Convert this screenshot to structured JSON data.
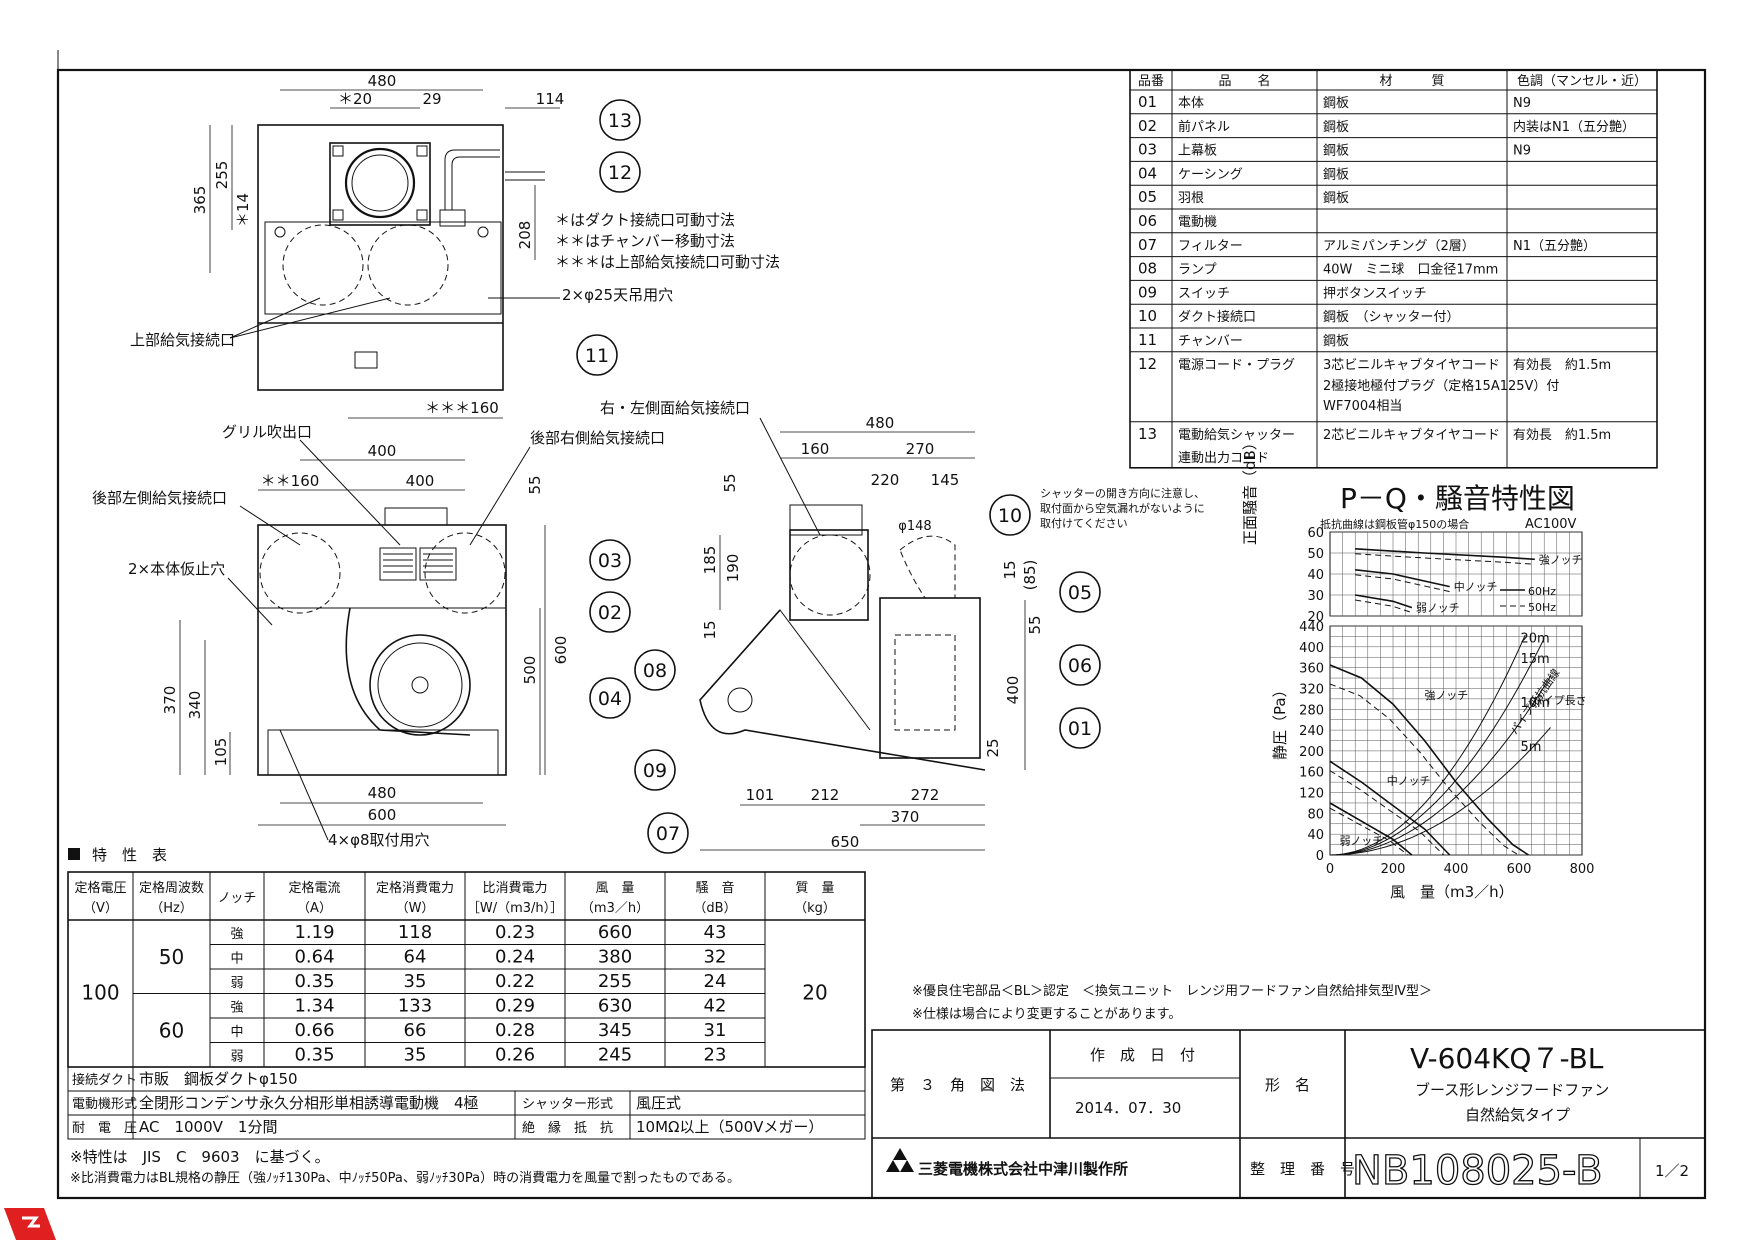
{
  "parts_table": {
    "headers": [
      "品番",
      "品　　名",
      "材　　　質",
      "色調（マンセル・近）"
    ],
    "rows": [
      [
        "01",
        "本体",
        "鋼板",
        "N9"
      ],
      [
        "02",
        "前パネル",
        "鋼板",
        "内装はN1（五分艶）"
      ],
      [
        "03",
        "上幕板",
        "鋼板",
        "N9"
      ],
      [
        "04",
        "ケーシング",
        "鋼板",
        ""
      ],
      [
        "05",
        "羽根",
        "鋼板",
        ""
      ],
      [
        "06",
        "電動機",
        "",
        ""
      ],
      [
        "07",
        "フィルター",
        "アルミパンチング（2層）",
        "N1（五分艶）"
      ],
      [
        "08",
        "ランプ",
        "40W　ミニ球　口金径17mm",
        ""
      ],
      [
        "09",
        "スイッチ",
        "押ボタンスイッチ",
        ""
      ],
      [
        "10",
        "ダクト接続口",
        "鋼板　（シャッター付）",
        ""
      ],
      [
        "11",
        "チャンバー",
        "鋼板",
        ""
      ],
      [
        "12",
        "電源コード・プラグ",
        "3芯ビニルキャブタイヤコード　有効長　約1.5m",
        ""
      ],
      [
        "13",
        "電動給気シャッター",
        "2芯ビニルキャブタイヤコード　有効長　約1.5m",
        ""
      ]
    ],
    "row12_extra": [
      "2極接地極付プラグ（定格15A125V）付",
      "WF7004相当"
    ],
    "row13_extra": "連動出力コード"
  },
  "top_view": {
    "dims": [
      "480",
      "＊20",
      "29",
      "114",
      "365",
      "255",
      "＊14",
      "208",
      "＊＊＊160"
    ],
    "notes": [
      "＊はダクト接続口可動寸法",
      "＊＊はチャンバー移動寸法",
      "＊＊＊は上部給気接続口可動寸法"
    ],
    "labels": {
      "hanger": "2×φ25天吊用穴",
      "upper_inlet": "上部給気接続口"
    },
    "balloons": [
      "13",
      "12",
      "11"
    ]
  },
  "front_view": {
    "dims": [
      "400",
      "400",
      "＊＊160",
      "55",
      "600",
      "500",
      "370",
      "340",
      "105",
      "480",
      "600"
    ],
    "labels": {
      "grille": "グリル吹出口",
      "rear_right": "後部右側給気接続口",
      "rear_left": "後部左側給気接続口",
      "temp_hole": "2×本体仮止穴",
      "mount_hole": "4×φ8取付用穴"
    },
    "balloons": [
      "03",
      "02",
      "04"
    ]
  },
  "side_view": {
    "dims": [
      "480",
      "160",
      "270",
      "220",
      "145",
      "φ148",
      "55",
      "185",
      "190",
      "15",
      "15",
      "(85)",
      "55",
      "400",
      "25",
      "101",
      "212",
      "272",
      "370",
      "650"
    ],
    "labels": {
      "side_inlet": "右・左側面給気接続口",
      "shutter_note": [
        "シャッターの開き方向に注意し、",
        "取付面から空気漏れがないように",
        "取付けてください"
      ]
    },
    "balloons": [
      "10",
      "05",
      "06",
      "01",
      "08",
      "09",
      "07"
    ]
  },
  "chart_data": {
    "type": "line",
    "title": "P－Q・騒音特性図",
    "note": "抵抗曲線は鋼板管φ150の場合",
    "voltage": "AC100V",
    "noise_panel": {
      "ylabel": "正面騒音（dB）",
      "yticks": [
        20,
        30,
        40,
        50,
        60
      ],
      "ylim": [
        20,
        60
      ],
      "legend": [
        "60Hz",
        "50Hz"
      ],
      "series": [
        {
          "name": "強ノッチ",
          "points": [
            [
              80,
              52
            ],
            [
              300,
              50
            ],
            [
              550,
              48
            ],
            [
              650,
              47
            ]
          ]
        },
        {
          "name": "中ノッチ",
          "points": [
            [
              80,
              42
            ],
            [
              200,
              40
            ],
            [
              380,
              34
            ]
          ]
        },
        {
          "name": "弱ノッチ",
          "points": [
            [
              80,
              30
            ],
            [
              200,
              27
            ],
            [
              260,
              24
            ]
          ]
        }
      ]
    },
    "pq_panel": {
      "xlabel": "風　量（m3／h）",
      "ylabel": "静圧（Pa）",
      "xticks": [
        0,
        200,
        400,
        600,
        800
      ],
      "yticks": [
        0,
        40,
        80,
        120,
        160,
        200,
        240,
        280,
        320,
        360,
        400,
        440
      ],
      "xlim": [
        0,
        800
      ],
      "ylim": [
        0,
        440
      ],
      "series": [
        {
          "name": "強ノッチ",
          "points": [
            [
              0,
              365
            ],
            [
              100,
              340
            ],
            [
              200,
              290
            ],
            [
              300,
              220
            ],
            [
              400,
              140
            ],
            [
              500,
              70
            ],
            [
              580,
              20
            ],
            [
              630,
              0
            ]
          ]
        },
        {
          "name": "中ノッチ",
          "points": [
            [
              0,
              180
            ],
            [
              100,
              140
            ],
            [
              200,
              95
            ],
            [
              300,
              50
            ],
            [
              380,
              0
            ]
          ]
        },
        {
          "name": "弱ノッチ",
          "points": [
            [
              0,
              100
            ],
            [
              100,
              65
            ],
            [
              200,
              30
            ],
            [
              260,
              0
            ]
          ]
        }
      ],
      "resistance_curves": {
        "label": "パイプ抵抗曲線",
        "lengths": [
          "20m",
          "15m",
          "10m",
          "5m"
        ],
        "pipe_label": "パイプ長さ"
      },
      "notch_labels": [
        "強ノッチ",
        "中ノッチ",
        "弱ノッチ"
      ]
    }
  },
  "spec_table": {
    "section_title": "特　性　表",
    "headers": [
      "定格電圧（V）",
      "定格周波数（Hz）",
      "ノッチ",
      "定格電流（A）",
      "定格消費電力（W）",
      "比消費電力［W/（m3/h）］",
      "風　量（m3／h）",
      "騒　音（dB）",
      "質　量（kg）"
    ],
    "voltage": "100",
    "mass": "20",
    "groups": [
      {
        "freq": "50",
        "rows": [
          [
            "強",
            "1.19",
            "118",
            "0.23",
            "660",
            "43"
          ],
          [
            "中",
            "0.64",
            "64",
            "0.24",
            "380",
            "32"
          ],
          [
            "弱",
            "0.35",
            "35",
            "0.22",
            "255",
            "24"
          ]
        ]
      },
      {
        "freq": "60",
        "rows": [
          [
            "強",
            "1.34",
            "133",
            "0.29",
            "630",
            "42"
          ],
          [
            "中",
            "0.66",
            "66",
            "0.28",
            "345",
            "31"
          ],
          [
            "弱",
            "0.35",
            "35",
            "0.26",
            "245",
            "23"
          ]
        ]
      }
    ],
    "extra": [
      {
        "label": "接続ダクト",
        "value": "市販　鋼板ダクトφ150"
      },
      {
        "label": "電動機形式",
        "value": "全閉形コンデンサ永久分相形単相誘導電動機　4極",
        "label2": "シャッター形式",
        "value2": "風圧式"
      },
      {
        "label": "耐　電　圧",
        "value": "AC　1000V　1分間",
        "label2": "絶　縁　抵　抗",
        "value2": "10MΩ以上（500Vメガー）"
      }
    ],
    "footnotes": [
      "※特性は　JIS　C　9603　に基づく。",
      "※比消費電力はBL規格の静圧（強ﾉｯﾁ130Pa、中ﾉｯﾁ50Pa、弱ﾉｯﾁ30Pa）時の消費電力を風量で割ったものである。"
    ]
  },
  "notes_right": [
    "※優良住宅部品＜BL＞認定　＜換気ユニット　レンジ用フードファン自然給排気型Ⅳ型＞",
    "※仕様は場合により変更することがあります。"
  ],
  "title_block": {
    "projection": "第　３　角　図　法",
    "date_label": "作　成　日　付",
    "date": "2014．07．30",
    "model_label": "形　名",
    "model": "V-604KQ７-BL",
    "product_name": "ブース形レンジフードファン",
    "product_type": "自然給気タイプ",
    "company": "三菱電機株式会社中津川製作所",
    "number_label": "整　理　番　号",
    "number": "NB108025-B",
    "page": "1／2"
  },
  "colors": {
    "line": "#111111",
    "logo_red": "#e02020"
  }
}
